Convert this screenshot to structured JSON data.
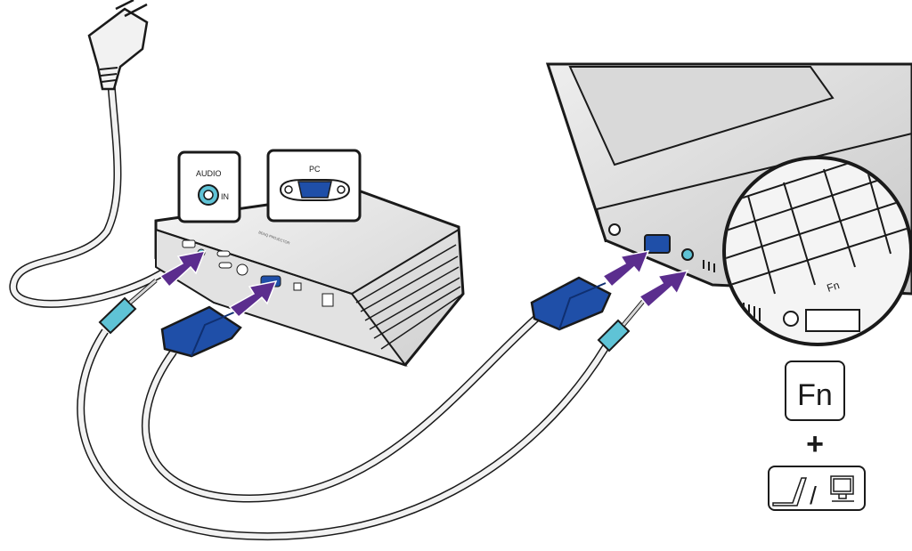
{
  "callouts": {
    "audio_label": "AUDIO",
    "audio_in_label": "IN",
    "pc_label": "PC"
  },
  "projector": {
    "brand_text": "BENQ PROJECTOR"
  },
  "hotkey": {
    "fn_label": "Fn",
    "plus_label": "+",
    "display_key_slash": "/"
  },
  "colors": {
    "arrow": "#5b2d8e",
    "vga_blue": "#1f4fa8",
    "audio_teal": "#5fc3d6",
    "outline": "#1a1a1a",
    "device_gray": "#e6e6e6"
  }
}
